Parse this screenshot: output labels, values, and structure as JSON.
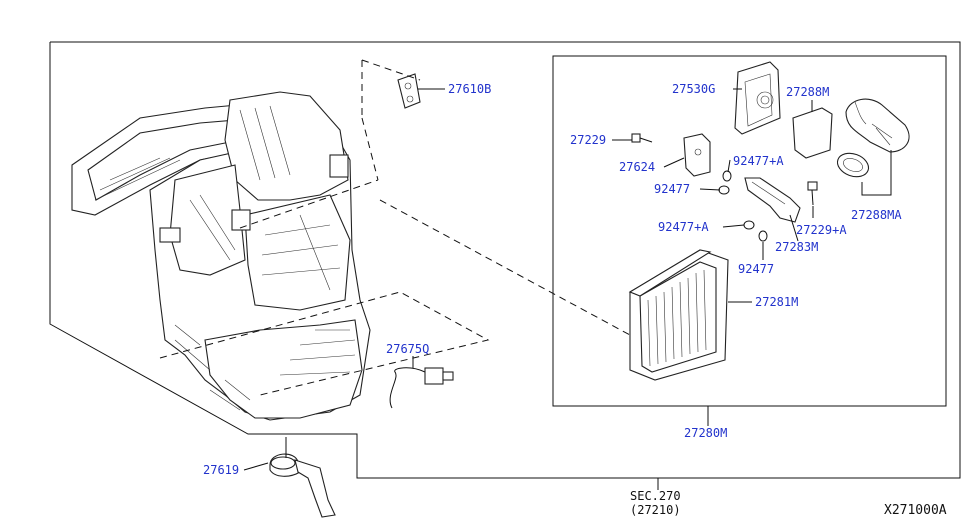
{
  "diagram": {
    "reference_code": "X271000A",
    "section_ref": "SEC.270",
    "section_sub": "(27210)",
    "parts": {
      "p27610B": "27610B",
      "p27619": "27619",
      "p27675Q": "27675Q",
      "p27530G": "27530G",
      "p27288M": "27288M",
      "p27288MA": "27288MA",
      "p27229a": "27229",
      "p27624": "27624",
      "p92477A1": "92477+A",
      "p92477a": "92477",
      "p92477A2": "92477+A",
      "p92477b": "92477",
      "p27229A": "27229+A",
      "p27283M": "27283M",
      "p27281M": "27281M",
      "p27280M": "27280M"
    }
  }
}
